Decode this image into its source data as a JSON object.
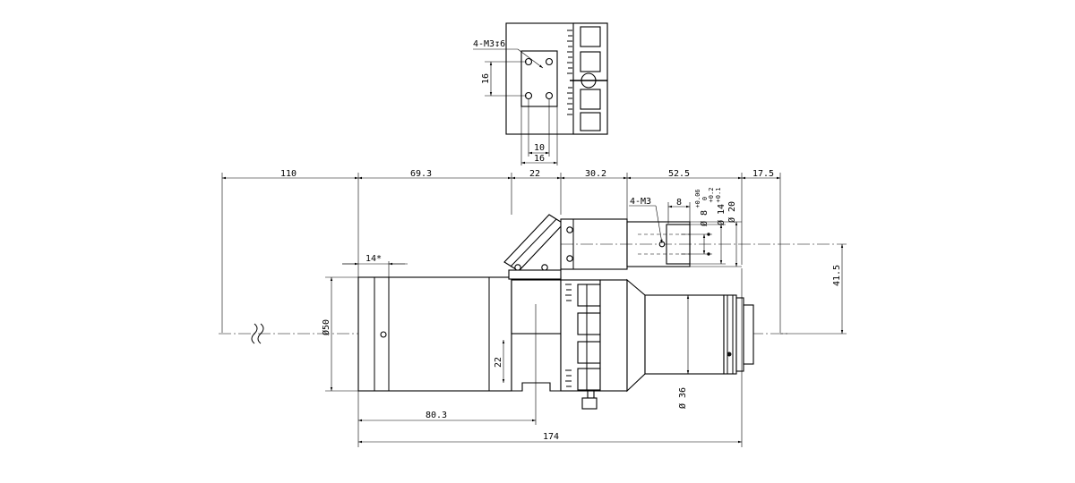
{
  "drawing": {
    "top_view": {
      "thread_callout": "4-M3↧6",
      "dim_height": "16",
      "dim_inner_width": "10",
      "dim_outer_width": "16"
    },
    "dims_top": {
      "d110": "110",
      "d69_3": "69.3",
      "d22": "22",
      "d30_2": "30.2",
      "d52_5": "52.5",
      "d17_5": "17.5"
    },
    "side_mount": {
      "thread_callout": "4-M3",
      "d8": "8",
      "dia8": "Ø 8",
      "tol_8_upper": "+0.06",
      "tol_8_lower": "0",
      "dia14": "Ø 14",
      "tol_14_upper": "+0.2",
      "tol_14_lower": "+0.1",
      "dia20": "Ø 20"
    },
    "dims_body": {
      "d14_star": "14*",
      "dia50": "Ø50",
      "d22_vertical": "22",
      "d41_5": "41.5",
      "dia36": "Ø 36",
      "d80_3": "80.3",
      "d174": "174"
    }
  }
}
